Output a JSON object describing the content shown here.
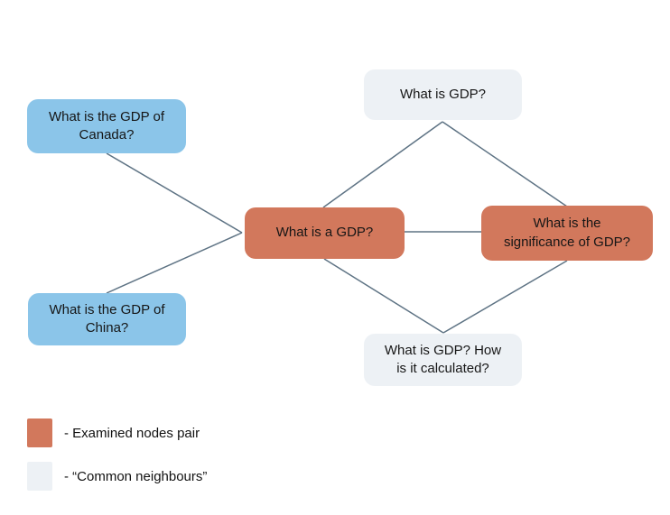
{
  "diagram": {
    "nodes": [
      {
        "id": "gdp-canada",
        "type": "query-node",
        "label": "What is the GDP of Canada?",
        "lines": [
          "What is the GDP of",
          "Canada?"
        ],
        "color": "#8bc5e9"
      },
      {
        "id": "gdp-china",
        "type": "query-node",
        "label": "What is the GDP of China?",
        "lines": [
          "What is the GDP of",
          "China?"
        ],
        "color": "#8bc5e9"
      },
      {
        "id": "what-is-gdp",
        "type": "common-neighbour",
        "label": "What is GDP?",
        "lines": [
          "What is GDP?"
        ],
        "color": "#edf1f5"
      },
      {
        "id": "what-is-a-gdp",
        "type": "examined-node",
        "label": "What is a GDP?",
        "lines": [
          "What is a GDP?"
        ],
        "color": "#d2785c"
      },
      {
        "id": "gdp-significance",
        "type": "examined-node",
        "label": "What is the significance of GDP?",
        "lines": [
          "What is the",
          "significance of GDP?"
        ],
        "color": "#d2785c"
      },
      {
        "id": "gdp-how-calculated",
        "type": "common-neighbour",
        "label": "What is GDP? How is it calculated?",
        "lines": [
          "What is GDP? How",
          "is it calculated?"
        ],
        "color": "#edf1f5"
      }
    ],
    "edges": [
      {
        "from": "gdp-canada",
        "to": "what-is-a-gdp"
      },
      {
        "from": "gdp-china",
        "to": "what-is-a-gdp"
      },
      {
        "from": "what-is-gdp",
        "to": "what-is-a-gdp"
      },
      {
        "from": "what-is-gdp",
        "to": "gdp-significance"
      },
      {
        "from": "what-is-a-gdp",
        "to": "gdp-significance"
      },
      {
        "from": "what-is-a-gdp",
        "to": "gdp-how-calculated"
      },
      {
        "from": "gdp-significance",
        "to": "gdp-how-calculated"
      }
    ],
    "colors": {
      "examined_node": "#d2785c",
      "common_neighbour": "#edf1f5",
      "query_node": "#8bc5e9",
      "edge": "#5e7384",
      "text": "#161616",
      "background": "#ffffff"
    }
  },
  "legend": {
    "items": [
      {
        "id": "examined",
        "label": "- Examined nodes pair",
        "color": "#d2785c"
      },
      {
        "id": "common-neighbours",
        "label": "- “Common neighbours”",
        "color": "#edf1f5"
      }
    ]
  }
}
